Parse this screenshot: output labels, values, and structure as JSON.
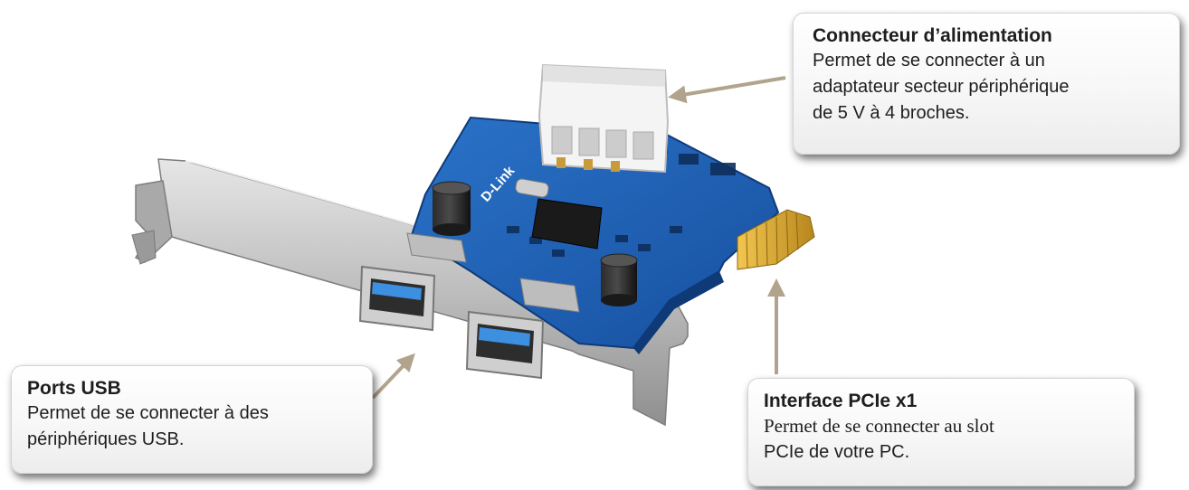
{
  "callouts": {
    "power": {
      "title": "Connecteur d’alimentation",
      "lines": [
        "Permet de se connecter à un",
        "adaptateur secteur périphérique",
        "de 5 V à 4 broches."
      ]
    },
    "usb": {
      "title": "Ports USB",
      "lines": [
        "Permet de se connecter à des",
        "périphériques USB."
      ]
    },
    "pcie": {
      "title": "Interface PCIe x1",
      "lines": [
        "Permet de se connecter au slot",
        "PCIe de votre PC."
      ]
    }
  },
  "board": {
    "brand": "D-Link"
  },
  "colors": {
    "pcb": "#1d5fb4",
    "pcb_dark": "#14438a",
    "bracket": "#b9b9b9",
    "arrow": "#b2a48c",
    "gold": "#d9a42c",
    "usb_blue": "#3d8fe0"
  }
}
